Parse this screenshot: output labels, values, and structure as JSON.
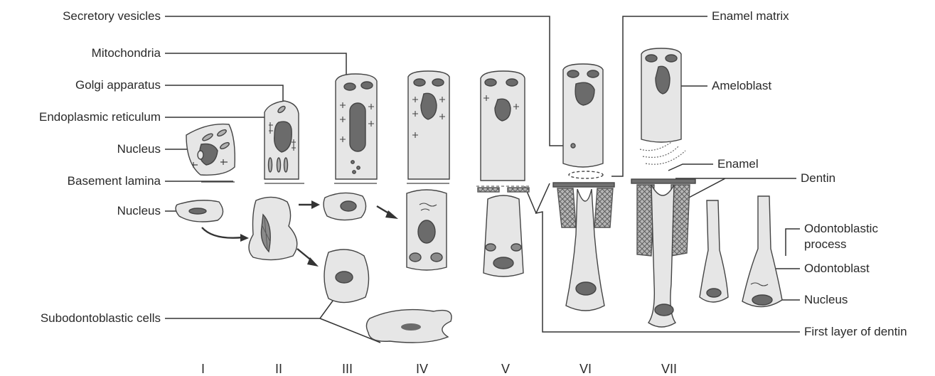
{
  "left_labels": {
    "secretory_vesicles": "Secretory vesicles",
    "mitochondria": "Mitochondria",
    "golgi_apparatus": "Golgi apparatus",
    "endoplasmic_reticulum": "Endoplasmic reticulum",
    "nucleus_upper": "Nucleus",
    "basement_lamina": "Basement lamina",
    "nucleus_lower": "Nucleus",
    "subodontoblastic_cells": "Subodontoblastic cells"
  },
  "right_labels": {
    "enamel_matrix": "Enamel matrix",
    "ameloblast": "Ameloblast",
    "enamel": "Enamel",
    "dentin": "Dentin",
    "odontoblastic_process_1": "Odontoblastic",
    "odontoblastic_process_2": "process",
    "odontoblast": "Odontoblast",
    "nucleus": "Nucleus",
    "first_layer_of_dentin": "First layer of dentin"
  },
  "stages": [
    "I",
    "II",
    "III",
    "IV",
    "V",
    "VI",
    "VII"
  ],
  "colors": {
    "cell_fill": "#e6e6e6",
    "organelle_fill": "#6b6b6b",
    "outline": "#444444",
    "dentin_band": "#707070",
    "hatch": "#8a8a8a"
  }
}
